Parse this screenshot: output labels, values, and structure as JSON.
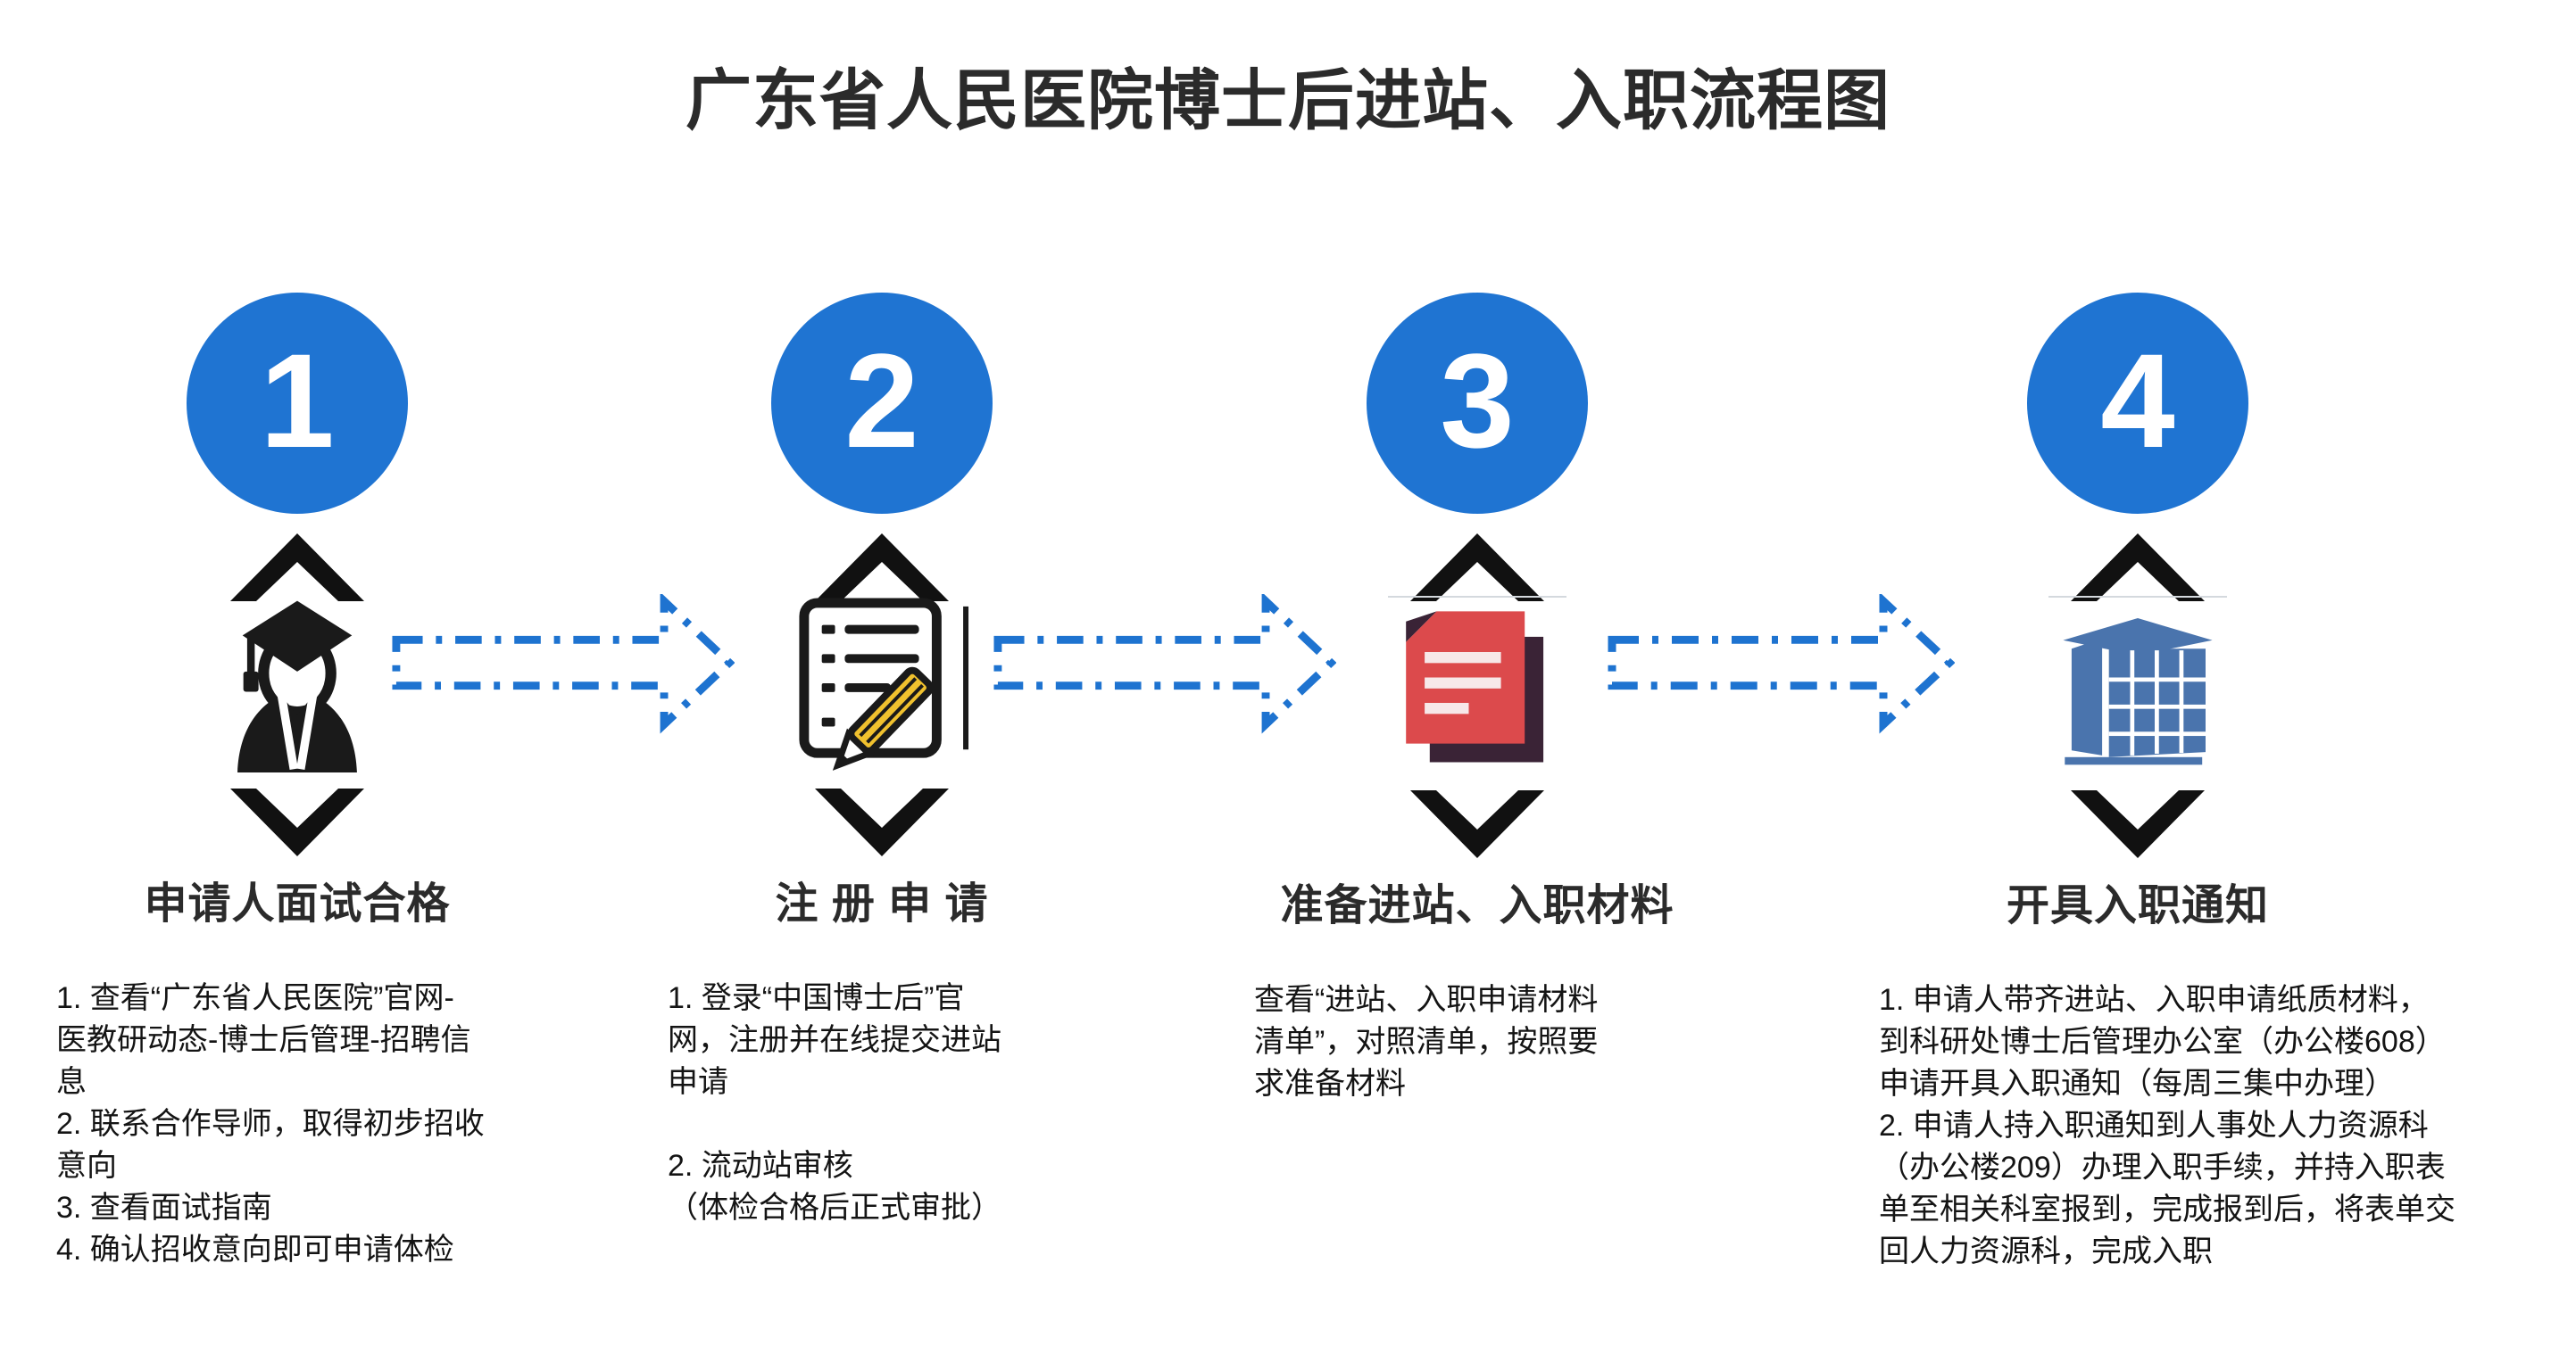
{
  "page": {
    "title": "广东省人民医院博士后进站、入职流程图",
    "background": "#ffffff"
  },
  "colors": {
    "step_circle_blue": "#1f74d2",
    "arrow_blue": "#1e73d0",
    "chevron_black": "#111111",
    "title_text": "#2b2b2b",
    "body_text": "#141414",
    "pencil_yellow": "#f0c12e",
    "document_red": "#dc4a4c",
    "document_shadow": "#3a2336",
    "building_blue": "#4a74ad"
  },
  "steps": [
    {
      "number": "1",
      "icon": "graduate-icon",
      "title": "申请人面试合格",
      "body": "1. 查看“广东省人民医院”官网-\n医教研动态-博士后管理-招聘信\n息\n2. 联系合作导师，取得初步招收\n意向\n3. 查看面试指南\n4. 确认招收意向即可申请体检"
    },
    {
      "number": "2",
      "icon": "register-document-icon",
      "title": "注 册 申 请",
      "body": "1. 登录“中国博士后”官\n网，注册并在线提交进站\n申请\n\n2. 流动站审核\n（体检合格后正式审批）"
    },
    {
      "number": "3",
      "icon": "materials-document-icon",
      "title": "准备进站、入职材料",
      "body": "查看“进站、入职申请材料\n清单”，对照清单，按照要\n求准备材料"
    },
    {
      "number": "4",
      "icon": "building-icon",
      "title": "开具入职通知",
      "body": "1. 申请人带齐进站、入职申请纸质材料，\n到科研处博士后管理办公室（办公楼608）\n申请开具入职通知（每周三集中办理）\n2. 申请人持入职通知到人事处人力资源科\n（办公楼209）办理入职手续，并持入职表\n单至相关科室报到，完成报到后，将表单交\n回人力资源科，完成入职"
    }
  ]
}
